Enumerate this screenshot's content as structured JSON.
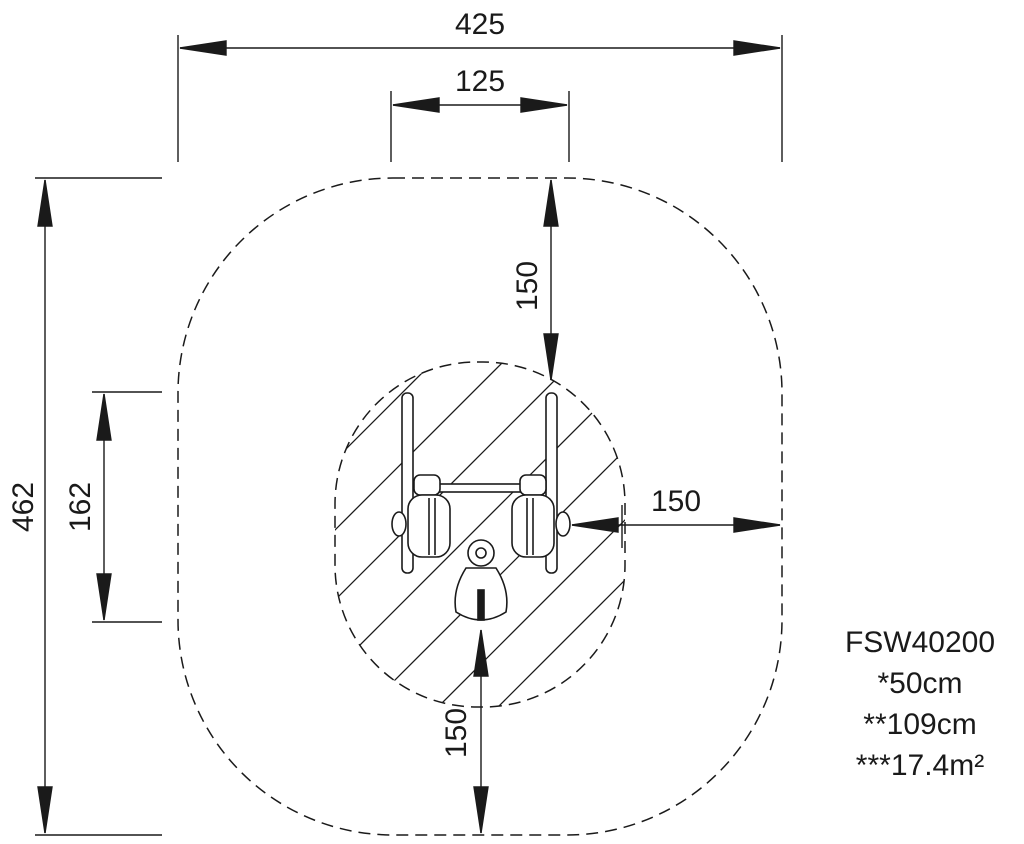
{
  "dimensions": {
    "total_width": "425",
    "equipment_width": "125",
    "clearance_top": "150",
    "total_depth": "462",
    "equipment_depth": "162",
    "clearance_side": "150",
    "clearance_bottom": "150"
  },
  "product": {
    "code": "FSW40200",
    "fall_height": "*50cm",
    "free_height": "**109cm",
    "area": "***17.4m²"
  },
  "colors": {
    "line": "#1a1a1a",
    "background": "#ffffff"
  }
}
